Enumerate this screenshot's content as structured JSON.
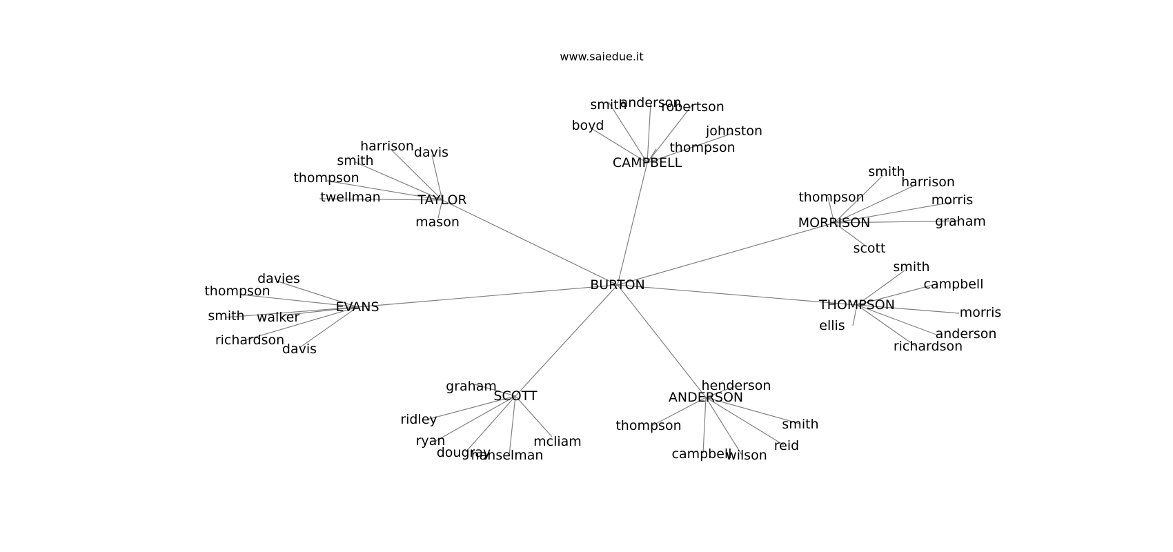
{
  "watermark": "www.saiedue.it",
  "graph": {
    "root": "BURTON",
    "groups": [
      {
        "name": "CAMPBELL",
        "children": [
          "smith",
          "anderson",
          "robertson",
          "boyd",
          "johnston",
          "thompson"
        ]
      },
      {
        "name": "TAYLOR",
        "children": [
          "harrison",
          "davis",
          "smith",
          "thompson",
          "twellman",
          "mason"
        ]
      },
      {
        "name": "MORRISON",
        "children": [
          "smith",
          "harrison",
          "thompson",
          "morris",
          "graham",
          "scott"
        ]
      },
      {
        "name": "EVANS",
        "children": [
          "davies",
          "thompson",
          "smith",
          "walker",
          "richardson",
          "davis"
        ]
      },
      {
        "name": "THOMPSON",
        "children": [
          "smith",
          "campbell",
          "morris",
          "ellis",
          "anderson",
          "richardson"
        ]
      },
      {
        "name": "SCOTT",
        "children": [
          "graham",
          "ridley",
          "ryan",
          "dougray",
          "hanselman",
          "mcliam"
        ]
      },
      {
        "name": "ANDERSON",
        "children": [
          "henderson",
          "thompson",
          "smith",
          "reid",
          "campbell",
          "wilson"
        ]
      }
    ]
  }
}
